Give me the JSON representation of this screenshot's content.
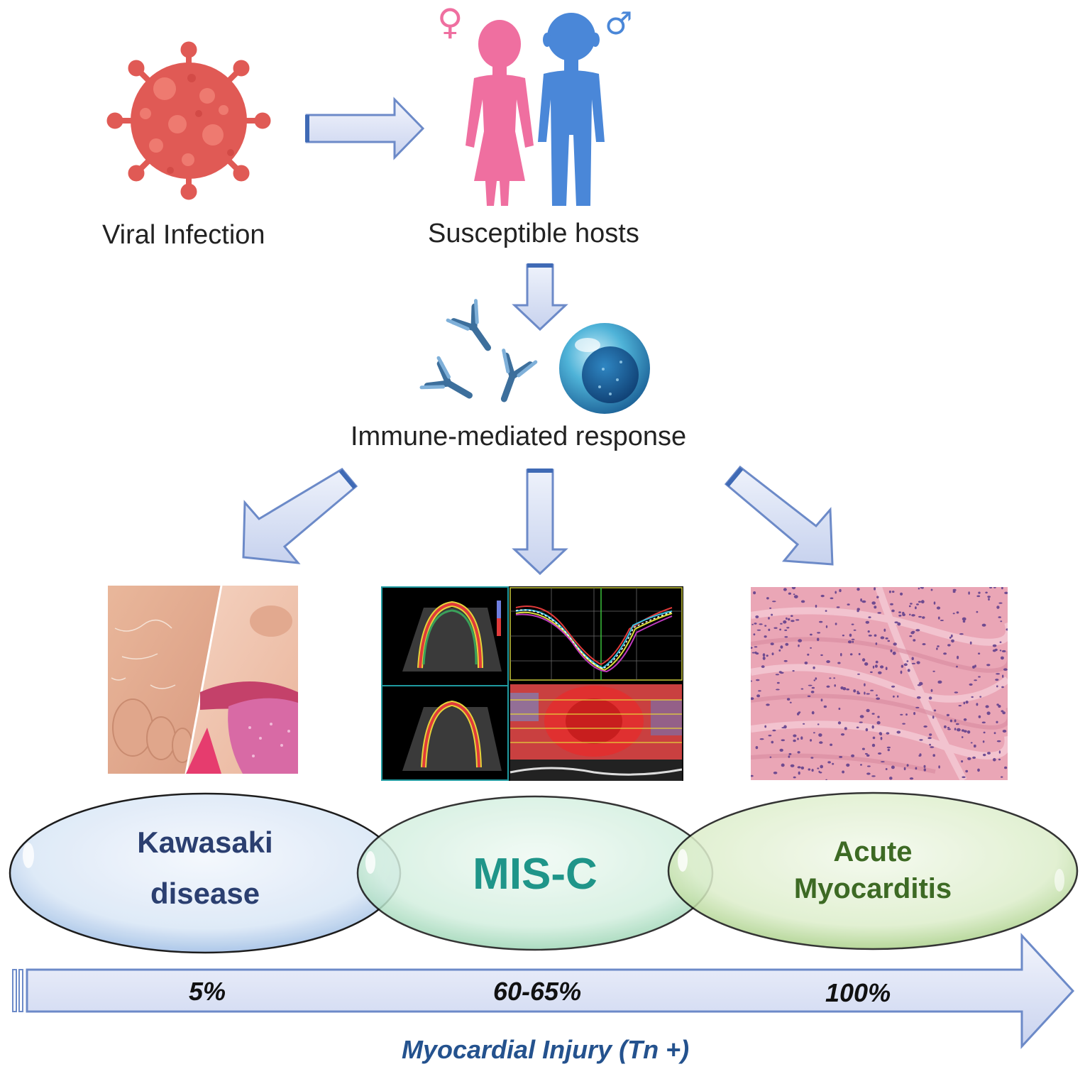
{
  "captions": {
    "viral_infection": "Viral Infection",
    "susceptible_hosts": "Susceptible hosts",
    "immune_response": "Immune-mediated response"
  },
  "symbols": {
    "female": "♀",
    "male": "♂"
  },
  "conditions": [
    {
      "id": "kawasaki",
      "line1": "Kawasaki",
      "line2": "disease",
      "color": "#2b3f70"
    },
    {
      "id": "misc",
      "line1": "MIS-C",
      "line2": "",
      "color": "#1f9589"
    },
    {
      "id": "myocarditis",
      "line1": "Acute",
      "line2": "Myocarditis",
      "color": "#3d6a24"
    }
  ],
  "injury_scale": {
    "values": [
      "5%",
      "60-65%",
      "100%"
    ],
    "title": "Myocardial Injury (Tn +)"
  },
  "colors": {
    "arrow_fill": "#d7def2",
    "arrow_stroke": "#6c8ac8",
    "virus": "#e05a55",
    "female": "#ef6fa0",
    "male": "#4a87d8"
  },
  "icons": [
    "virus-icon",
    "female-figure-icon",
    "male-figure-icon",
    "antibody-icon",
    "immune-cell-icon"
  ]
}
